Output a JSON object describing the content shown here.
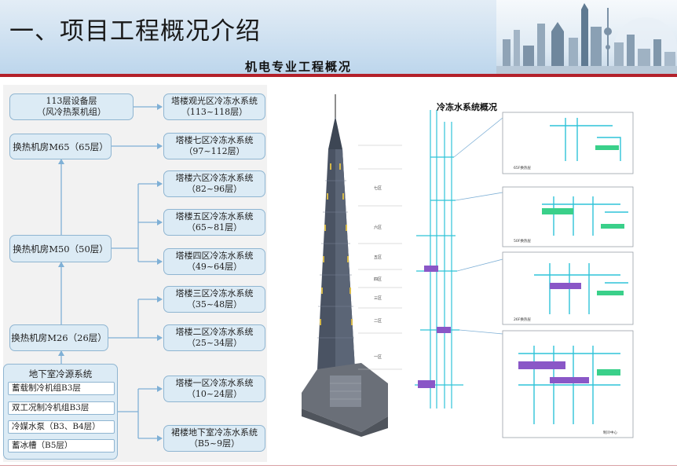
{
  "header": {
    "title": "一、项目工程概况介绍",
    "subtitle": "机电专业工程概况"
  },
  "diagram": {
    "sources": [
      {
        "id": "s113",
        "lines": [
          "113层设备层",
          "（风冷热泵机组）"
        ]
      },
      {
        "id": "m65",
        "lines": [
          "换热机房M65（65层）"
        ]
      },
      {
        "id": "m50",
        "lines": [
          "换热机房M50（50层）"
        ]
      },
      {
        "id": "m26",
        "lines": [
          "换热机房M26（26层）"
        ]
      }
    ],
    "basement": {
      "title": "地下室冷源系统",
      "items": [
        "蓄载制冷机组B3层",
        "双工况制冷机组B3层",
        "冷媒水泵（B3、B4层）",
        "蓄冰槽（B5层）"
      ]
    },
    "targets": [
      {
        "id": "t1",
        "lines": [
          "塔楼观光区冷冻水系统",
          "（113~118层）"
        ]
      },
      {
        "id": "t2",
        "lines": [
          "塔楼七区冷冻水系统",
          "（97~112层）"
        ]
      },
      {
        "id": "t3",
        "lines": [
          "塔楼六区冷冻水系统",
          "（82~96层）"
        ]
      },
      {
        "id": "t4",
        "lines": [
          "塔楼五区冷冻水系统",
          "（65~81层）"
        ]
      },
      {
        "id": "t5",
        "lines": [
          "塔楼四区冷冻水系统",
          "（49~64层）"
        ]
      },
      {
        "id": "t6",
        "lines": [
          "塔楼三区冷冻水系统",
          "（35~48层）"
        ]
      },
      {
        "id": "t7",
        "lines": [
          "塔楼二区冷冻水系统",
          "（25~34层）"
        ]
      },
      {
        "id": "t8",
        "lines": [
          "塔楼一区冷冻水系统",
          "（10~24层）"
        ]
      },
      {
        "id": "t9",
        "lines": [
          "裙楼地下室冷冻水系统",
          "（B5~9层）"
        ]
      }
    ]
  },
  "right_panel": {
    "title": "冷冻水系统概况",
    "zones": [
      "七区",
      "六区",
      "五区",
      "四区",
      "三区",
      "二区",
      "一区"
    ],
    "detail_labels": [
      "65F换热层",
      "50F换热层",
      "26F换热层",
      "制冷中心"
    ]
  },
  "colors": {
    "box_fill": "#dcebf5",
    "box_border": "#8fb5d1",
    "connector": "#7fb0d6",
    "accent_red": "#b3202a",
    "pipe": "#2fc3d8"
  }
}
